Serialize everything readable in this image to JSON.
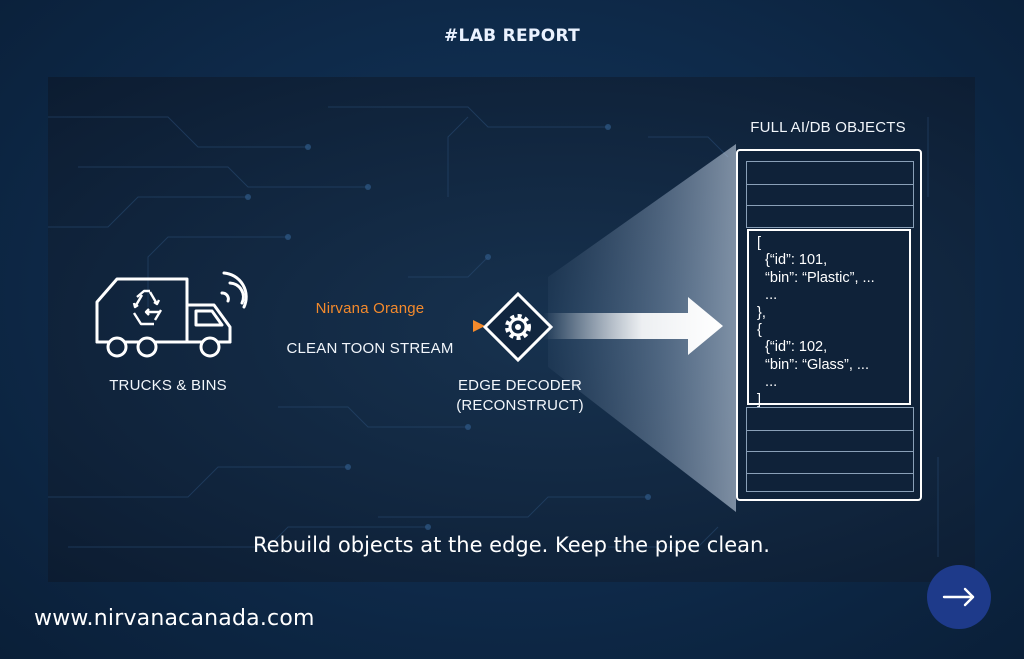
{
  "header": {
    "tag": "#LAB REPORT"
  },
  "diagram": {
    "source": {
      "label": "TRUCKS & BINS",
      "icon": "recycling-truck-icon"
    },
    "stream": {
      "name": "Nirvana Orange",
      "label": "CLEAN TOON STREAM",
      "color": "#f48a2c"
    },
    "decoder": {
      "label_line1": "EDGE DECODER",
      "label_line2": "(RECONSTRUCT)",
      "icon": "gear-diamond-icon"
    },
    "output": {
      "title": "FULL AI/DB OBJECTS",
      "json_lines": [
        "[",
        "  {“id”: 101,",
        "  “bin”: “Plastic”, ...",
        "  ...",
        "},",
        "{",
        "  {“id”: 102,",
        "  “bin”: “Glass”, ...",
        "  ...",
        "]"
      ]
    },
    "caption": "Rebuild objects at the edge. Keep the pipe clean."
  },
  "footer": {
    "website": "www.nirvanacanada.com",
    "next_icon": "arrow-right-icon"
  },
  "colors": {
    "accent": "#f48a2c",
    "button": "#1e3a8a",
    "background": "#0f2c4d"
  }
}
